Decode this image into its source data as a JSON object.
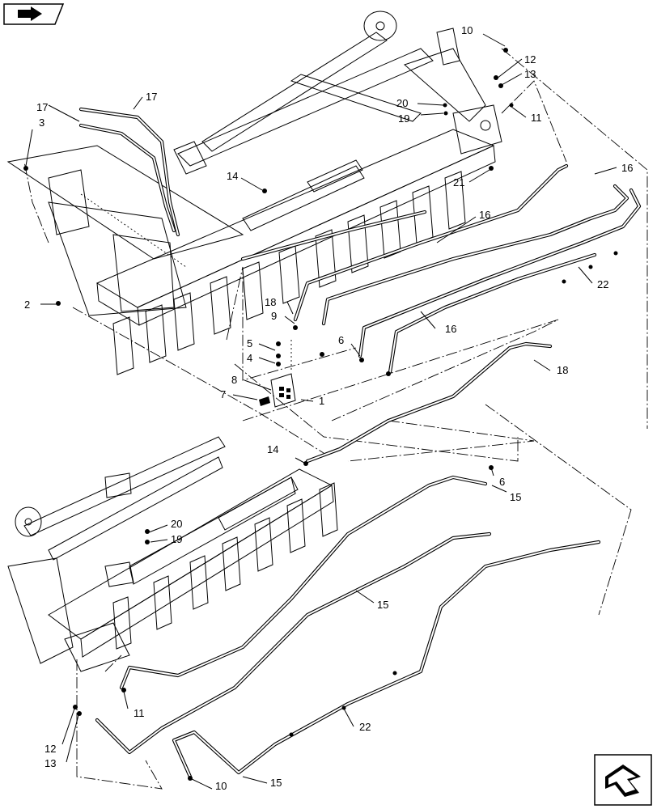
{
  "nav": {
    "top_icon": "nav-arrow-icon",
    "bottom_icon": "return-arrow-icon"
  },
  "callouts": [
    "1",
    "2",
    "3",
    "4",
    "5",
    "6",
    "7",
    "8",
    "9",
    "10",
    "11",
    "12",
    "13",
    "14",
    "15",
    "16",
    "17",
    "18",
    "19",
    "20",
    "21",
    "22"
  ]
}
